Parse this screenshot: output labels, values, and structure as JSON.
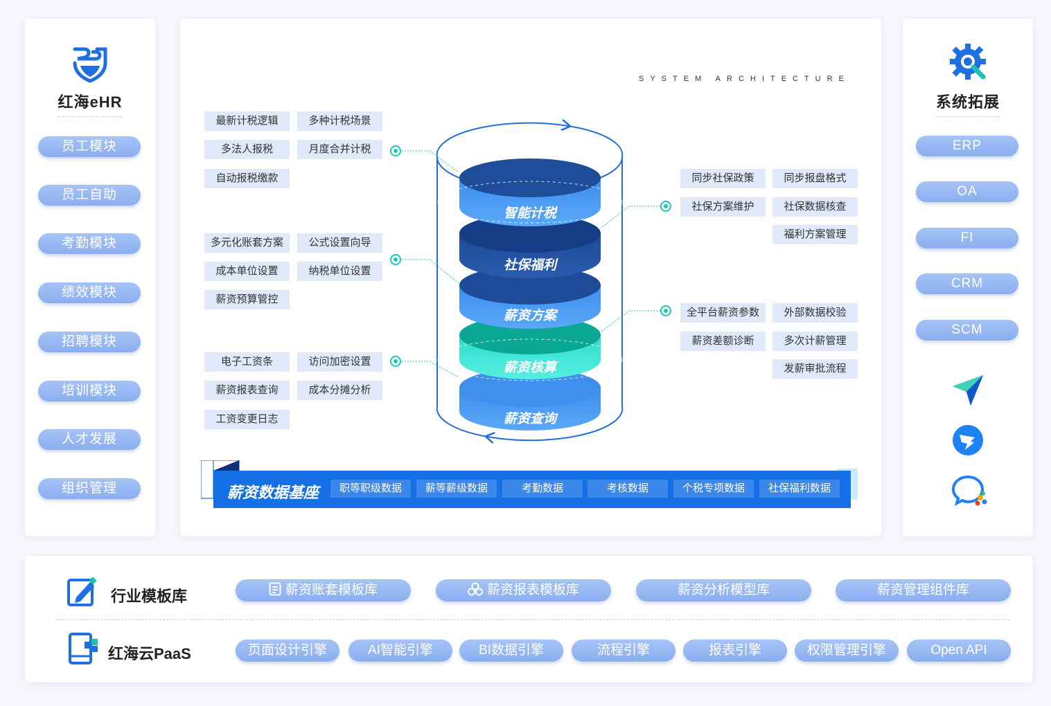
{
  "left": {
    "title": "红海eHR",
    "items": [
      "员工模块",
      "员工自助",
      "考勤模块",
      "绩效模块",
      "招聘模块",
      "培训模块",
      "人才发展",
      "组织管理"
    ]
  },
  "right": {
    "title": "系统拓展",
    "items": [
      "ERP",
      "OA",
      "FI",
      "CRM",
      "SCM"
    ]
  },
  "center": {
    "arch_label": "SYSTEM ARCHITECTURE",
    "layers": [
      "智能计税",
      "社保福利",
      "薪资方案",
      "薪资核算",
      "薪资查询"
    ],
    "groups": {
      "tax": [
        "最新计税逻辑",
        "多种计税场景",
        "多法人报税",
        "月度合并计税",
        "自动报税缴款"
      ],
      "scheme": [
        "多元化账套方案",
        "公式设置向导",
        "成本单位设置",
        "纳税单位设置",
        "薪资预算管控"
      ],
      "query": [
        "电子工资条",
        "访问加密设置",
        "薪资报表查询",
        "成本分摊分析",
        "工资变更日志"
      ],
      "social": [
        "同步社保政策",
        "同步报盘格式",
        "社保方案维护",
        "社保数据核查",
        "福利方案管理"
      ],
      "calc": [
        "全平台薪资参数",
        "外部数据校验",
        "薪资差额诊断",
        "多次计薪管理",
        "发薪审批流程"
      ]
    },
    "base": {
      "title": "薪资数据基座",
      "items": [
        "职等职级数据",
        "薪等薪级数据",
        "考勤数据",
        "考核数据",
        "个税专项数据",
        "社保福利数据"
      ]
    }
  },
  "bottom": {
    "industry_label": "行业模板库",
    "industry_items": [
      "薪资账套模板库",
      "薪资报表模板库",
      "薪资分析模型库",
      "薪资管理组件库"
    ],
    "paas_label": "红海云PaaS",
    "paas_items": [
      "页面设计引擎",
      "AI智能引擎",
      "BI数据引擎",
      "流程引擎",
      "报表引擎",
      "权限管理引擎",
      "Open API"
    ]
  },
  "colors": {
    "accent": "#1e6fe0",
    "pill": "#93b5f1",
    "teal": "#1ec8b8",
    "tag_bg": "#dfe9fa"
  }
}
